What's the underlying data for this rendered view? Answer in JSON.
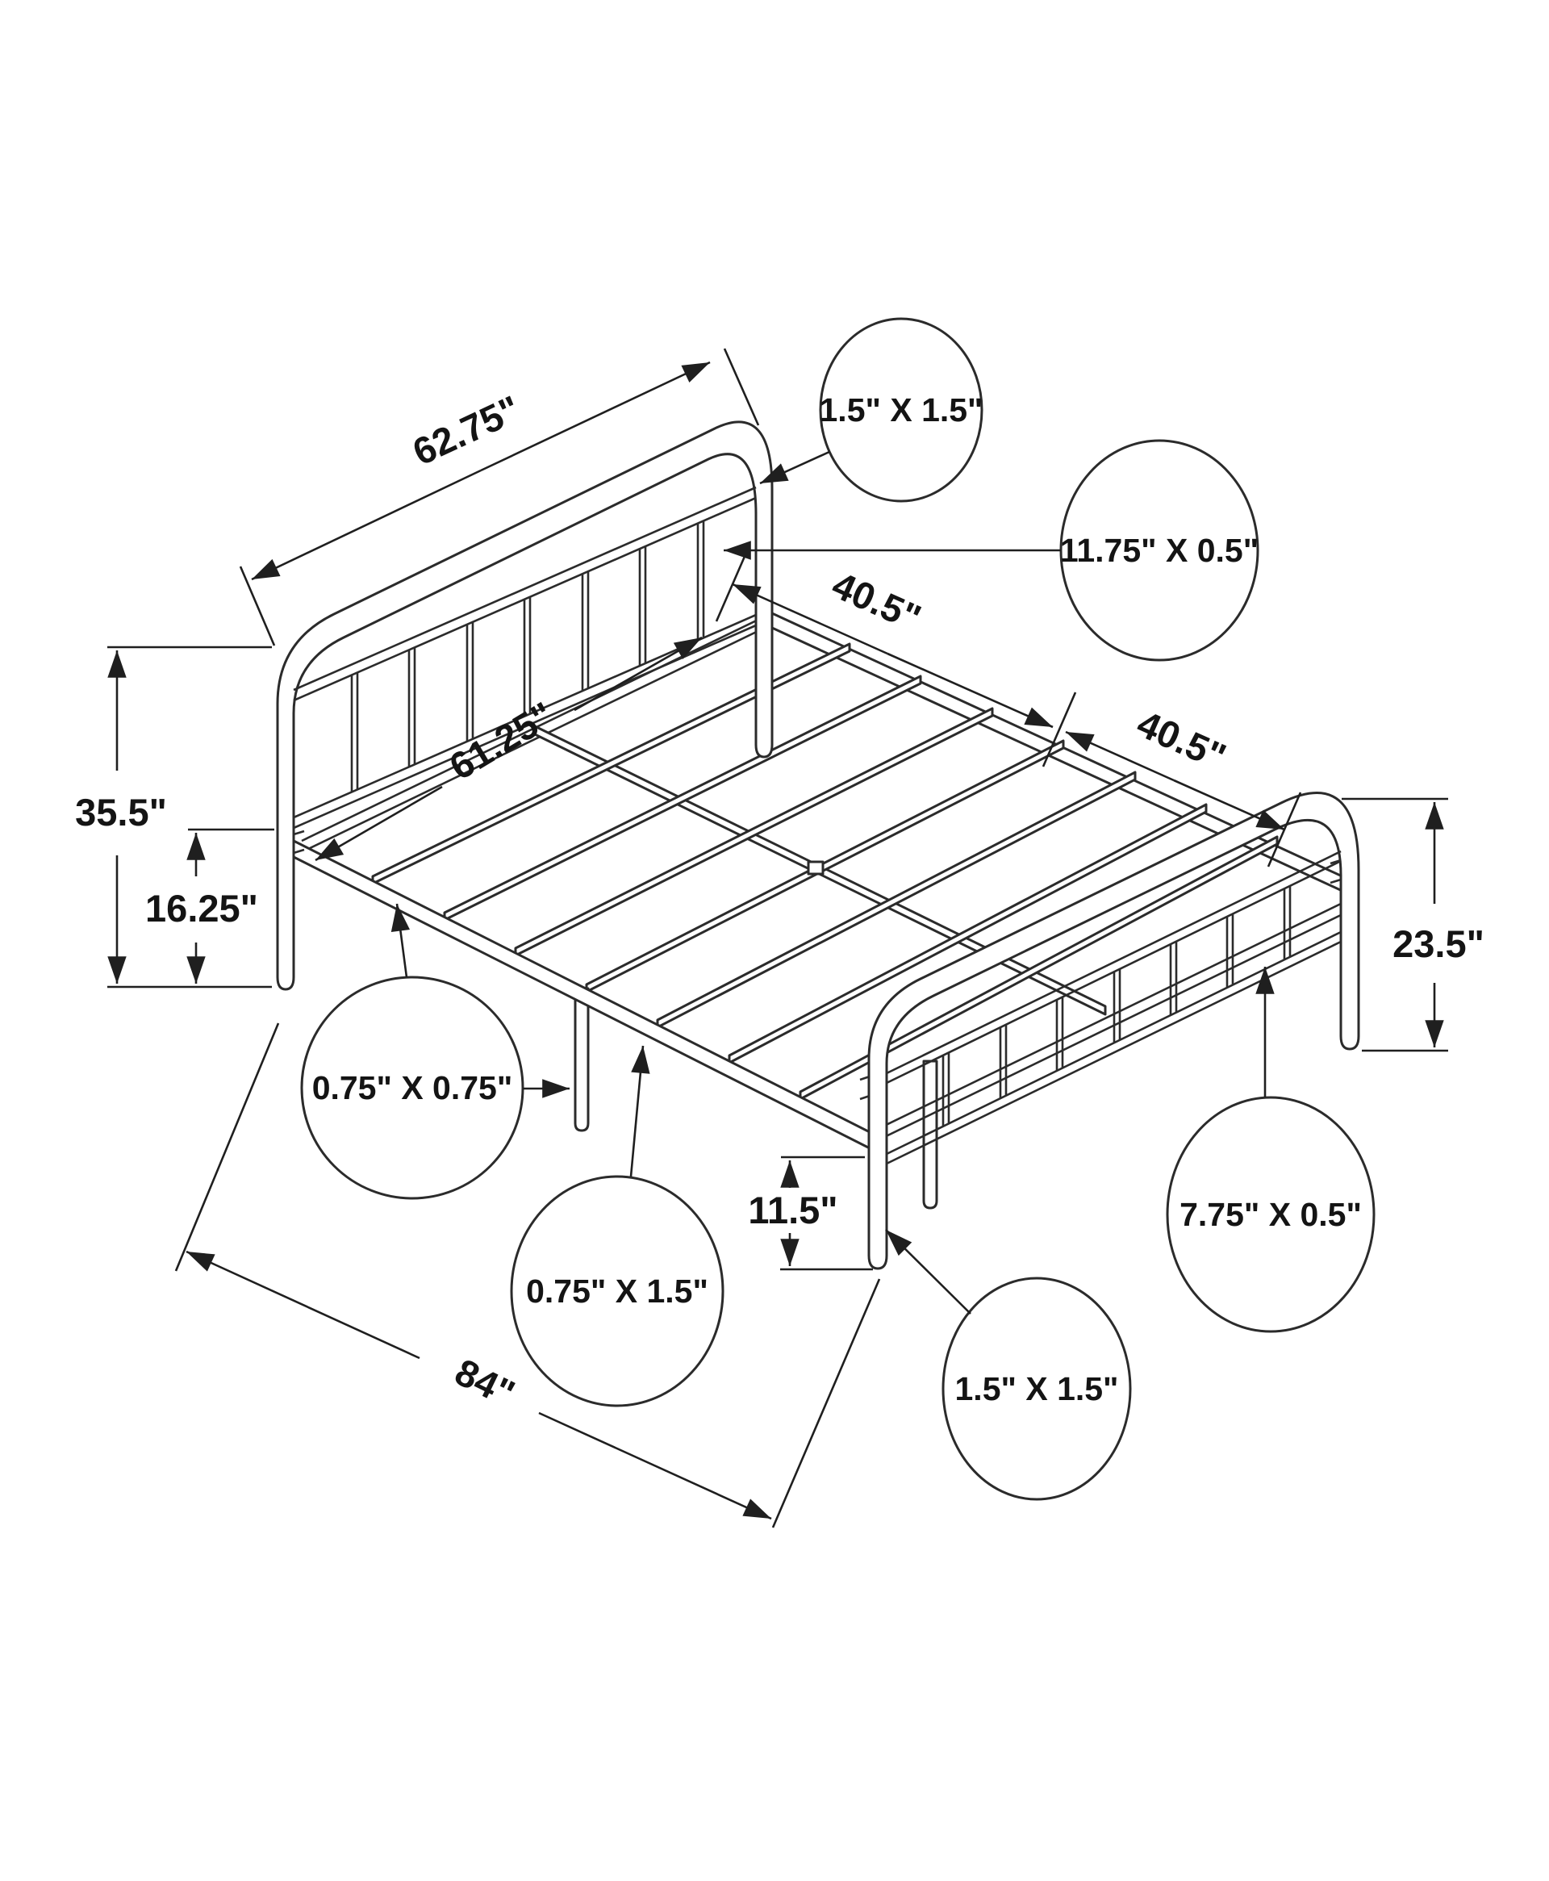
{
  "diagram": {
    "title": "bed-frame-dimension-diagram",
    "dimensions": {
      "headboard_width": "62.75\"",
      "headboard_height": "35.5\"",
      "deck_height": "16.25\"",
      "inner_width": "61.25\"",
      "head_section_length": "40.5\"",
      "foot_section_length": "40.5\"",
      "footboard_height": "23.5\"",
      "footboard_clearance": "11.5\"",
      "overall_length": "84\""
    },
    "callouts": {
      "top_frame_tube": "1.5\" X 1.5\"",
      "headboard_panel": "11.75\" X 0.5\"",
      "slat_tube": "0.75\" X 0.75\"",
      "side_rail_tube": "0.75\" X 1.5\"",
      "footboard_panel": "7.75\" X 0.5\"",
      "leg_tube": "1.5\" X 1.5\""
    }
  }
}
